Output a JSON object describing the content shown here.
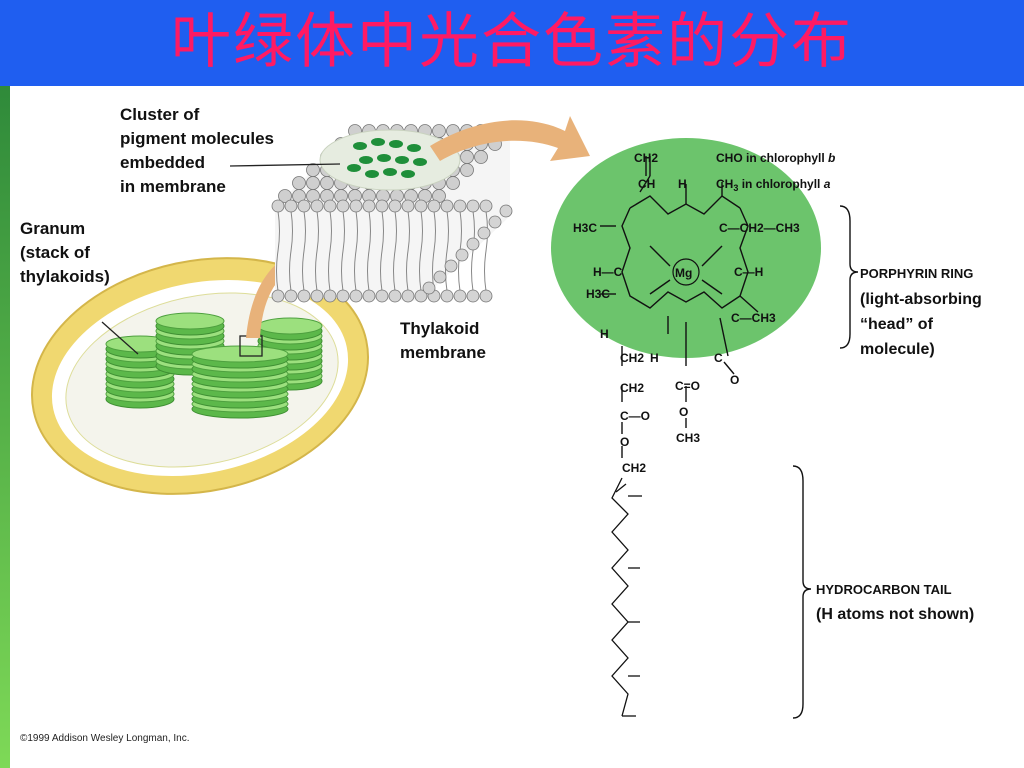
{
  "slide": {
    "title": "叶绿体中光合色素的分布",
    "copyright": "©1999 Addison Wesley Longman, Inc."
  },
  "labels": {
    "cluster": [
      "Cluster of",
      "pigment molecules",
      "embedded",
      "in membrane"
    ],
    "granum": [
      "Granum",
      "(stack of",
      "thylakoids)"
    ],
    "thylakoid": [
      "Thylakoid",
      "membrane"
    ],
    "cho": "CHO in chlorophyll",
    "cho_letter": "b",
    "ch3": "CH",
    "ch3_tail": " in chlorophyll",
    "ch3_letter": "a",
    "porphyrin": [
      "PORPHYRIN RING",
      "(light-absorbing",
      "“head” of",
      "molecule)"
    ],
    "tail": [
      "HYDROCARBON TAIL",
      "(H atoms not shown)"
    ]
  },
  "molecule": {
    "mg": "Mg",
    "h3c_left_1": "H3C",
    "h3c_left_2": "H3C",
    "ch2_top": "CH2",
    "ch_top": "CH",
    "h_top": "H",
    "ch2ch3": "C—CH2—CH3",
    "ch3_right": "C—CH3",
    "h_left": "H—C",
    "c_h_right": "C—H",
    "h_bottom_left": "H",
    "ch2_1": "CH2",
    "ch2_2": "CH2",
    "ch2_3": "CH2",
    "co_ester": "C—O",
    "o1": "O",
    "co": "C=O",
    "ch3_ester": "CH3",
    "o2": "O",
    "c_eq_o": "C",
    "h_h": "H"
  },
  "colors": {
    "title_bg": "#1f5ef0",
    "title_text": "#ff1a63",
    "head_green": "#6cc46c",
    "arrow": "#e8b27a",
    "stroma": "#f0d870"
  }
}
